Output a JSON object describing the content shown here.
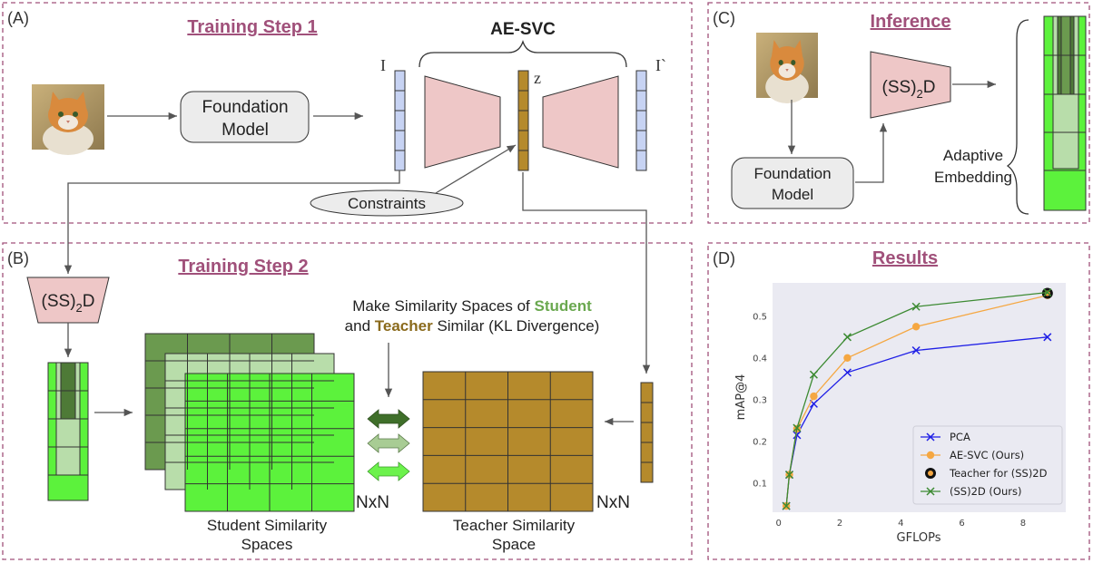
{
  "panels": {
    "a": {
      "letter": "(A)",
      "title": "Training Step 1"
    },
    "b": {
      "letter": "(B)",
      "title": "Training Step 2"
    },
    "c": {
      "letter": "(C)",
      "title": "Inference"
    },
    "d": {
      "letter": "(D)",
      "title": "Results"
    }
  },
  "step1": {
    "foundation_model": [
      "Foundation",
      "Model"
    ],
    "ae_svc": "AE-SVC",
    "input_symbol": "I",
    "output_symbol": "I`",
    "latent_symbol": "z",
    "constraints": "Constraints"
  },
  "step2": {
    "ss2d_base": "(SS)",
    "ss2d_sub": "2",
    "ss2d_end": "D",
    "instruction_line1_pre": "Make Similarity Spaces of ",
    "instruction_student": "Student",
    "instruction_line2_pre": "and ",
    "instruction_teacher": "Teacher",
    "instruction_line2_post": " Similar (KL Divergence)",
    "nxn": "NxN",
    "student_caption": [
      "Student Similarity",
      "Spaces"
    ],
    "teacher_caption": [
      "Teacher Similarity",
      "Space"
    ]
  },
  "inference": {
    "foundation_model": [
      "Foundation",
      "Model"
    ],
    "adaptive_embedding": [
      "Adaptive",
      "Embedding"
    ]
  },
  "colors": {
    "panel_border": "#a0507a",
    "student_green": "#5cf23c",
    "dark_green": "#4e7a37",
    "teacher_gold": "#b58a2c",
    "encoder_pink": "#eec7c7",
    "vector_blue": "#c7d3f3",
    "pca_blue": "#1f1fe6",
    "ae_orange": "#f5a742",
    "ss2d_green": "#3c8a32"
  },
  "chart_data": {
    "type": "line",
    "xlabel": "GFLOPs",
    "ylabel": "mAP@4",
    "xlim": [
      -0.2,
      9.4
    ],
    "ylim": [
      0.03,
      0.58
    ],
    "xticks": [
      0,
      2,
      4,
      6,
      8
    ],
    "yticks": [
      0.1,
      0.2,
      0.3,
      0.4,
      0.5
    ],
    "grid": false,
    "legend_position": "lower-right",
    "series": [
      {
        "name": "PCA",
        "marker": "x",
        "color": "#1f1fe6",
        "x": [
          0.25,
          0.35,
          0.6,
          1.15,
          2.25,
          4.5,
          8.8
        ],
        "y": [
          0.045,
          0.12,
          0.215,
          0.29,
          0.365,
          0.418,
          0.45
        ]
      },
      {
        "name": "AE-SVC (Ours)",
        "marker": "o",
        "color": "#f5a742",
        "x": [
          0.25,
          0.35,
          0.6,
          1.15,
          2.25,
          4.5,
          8.8
        ],
        "y": [
          0.045,
          0.12,
          0.23,
          0.308,
          0.4,
          0.475,
          0.55
        ]
      },
      {
        "name": "Teacher for (SS)2D",
        "marker": "teacher",
        "color": "#000000",
        "x": [
          8.8
        ],
        "y": [
          0.555
        ]
      },
      {
        "name": "(SS)2D (Ours)",
        "marker": "x",
        "color": "#3c8a32",
        "x": [
          0.25,
          0.35,
          0.6,
          1.15,
          2.25,
          4.5,
          8.8
        ],
        "y": [
          0.045,
          0.12,
          0.232,
          0.36,
          0.45,
          0.523,
          0.557
        ]
      }
    ]
  }
}
